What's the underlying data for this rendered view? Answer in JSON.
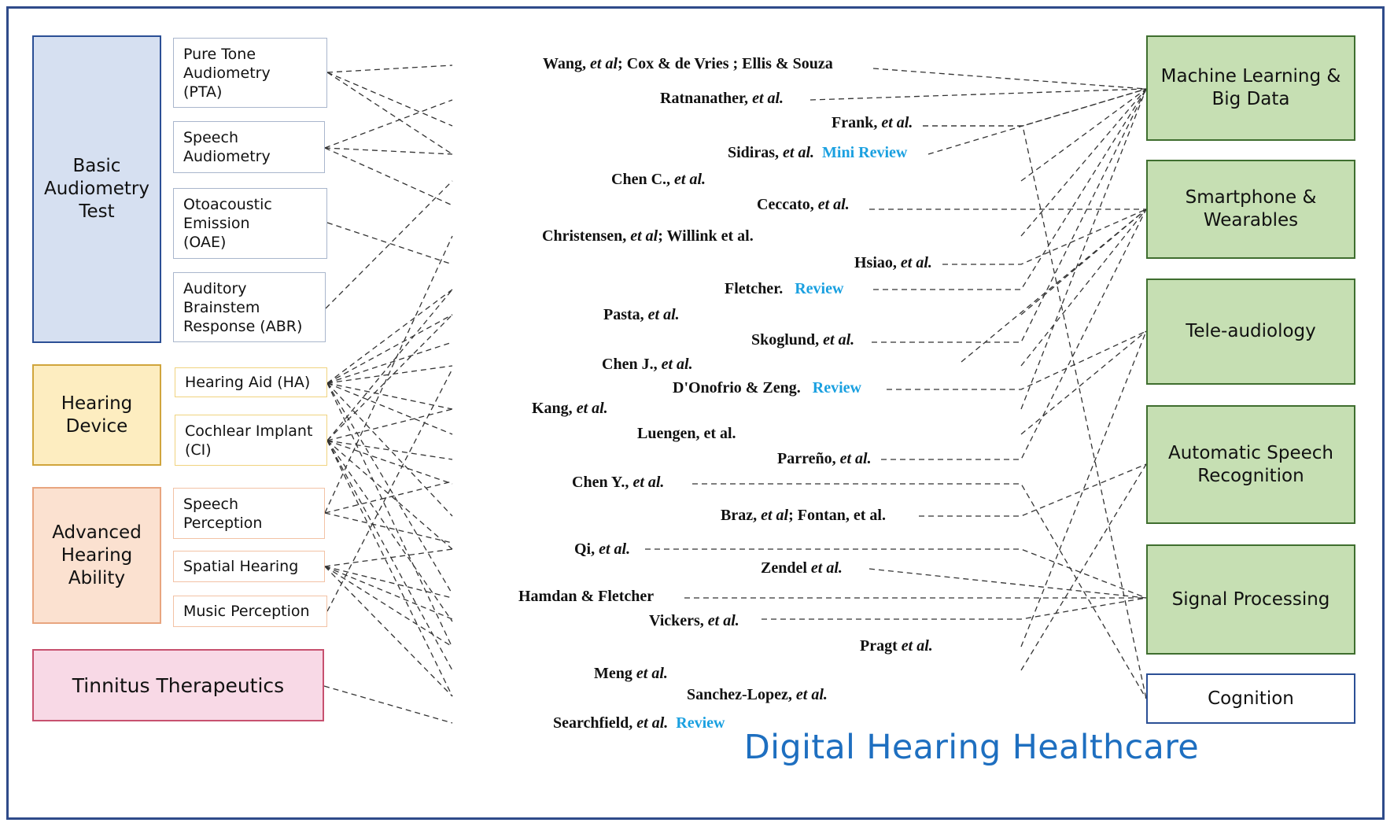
{
  "title": "Digital Hearing Healthcare",
  "colors": {
    "frame": "#2f4b8a",
    "review_text": "#1aa0e0",
    "title": "#1e6fc0",
    "target_fill": "#c6dfb3"
  },
  "categories": {
    "basic": "Basic\nAudiometry\nTest",
    "device": "Hearing\nDevice",
    "advanced": "Advanced\nHearing\nAbility",
    "tinnitus": "Tinnitus Therapeutics"
  },
  "subcategories": {
    "pta": "Pure Tone\nAudiometry\n(PTA)",
    "speech_audiometry": "Speech\nAudiometry",
    "oae": "Otoacoustic\nEmission\n (OAE)",
    "abr": "Auditory\nBrainstem\nResponse (ABR)",
    "ha": "Hearing Aid (HA)",
    "ci": "Cochlear Implant\n(CI)",
    "speech_perception": "Speech\nPerception",
    "spatial": "Spatial Hearing",
    "music": "Music Perception"
  },
  "targets": {
    "ml": "Machine Learning &\nBig Data",
    "smartphone": "Smartphone &\nWearables",
    "tele": "Tele-audiology",
    "asr": "Automatic Speech\nRecognition",
    "signal": "Signal Processing",
    "cognition": "Cognition"
  },
  "references": [
    {
      "author": "Wang, ",
      "etal": "et al",
      "rest": "; Cox & de Vries ; Ellis & Souza",
      "review": ""
    },
    {
      "author": "Ratnanather, ",
      "etal": "et al.",
      "rest": "",
      "review": ""
    },
    {
      "author": "Frank, ",
      "etal": "et al.",
      "rest": "",
      "review": ""
    },
    {
      "author": "Sidiras, ",
      "etal": "et al.",
      "rest": "",
      "review": "Mini Review"
    },
    {
      "author": "Chen C., ",
      "etal": "et al.",
      "rest": "",
      "review": ""
    },
    {
      "author": "Ceccato, ",
      "etal": "et al.",
      "rest": "",
      "review": ""
    },
    {
      "author": "Christensen, ",
      "etal": "et al",
      "rest": "; Willink et al.",
      "review": ""
    },
    {
      "author": "Hsiao, ",
      "etal": "et al.",
      "rest": "",
      "review": ""
    },
    {
      "author": "Fletcher. ",
      "etal": "",
      "rest": "",
      "review": "Review"
    },
    {
      "author": "Pasta, ",
      "etal": "et al.",
      "rest": "",
      "review": ""
    },
    {
      "author": "Skoglund, ",
      "etal": "et al.",
      "rest": "",
      "review": ""
    },
    {
      "author": "Chen J., ",
      "etal": "et al.",
      "rest": "",
      "review": ""
    },
    {
      "author": "D'Onofrio & Zeng. ",
      "etal": "",
      "rest": "",
      "review": "Review"
    },
    {
      "author": "Kang, ",
      "etal": "et al.",
      "rest": "",
      "review": ""
    },
    {
      "author": "Luengen, et al.",
      "etal": "",
      "rest": "",
      "review": ""
    },
    {
      "author": "Parreño, ",
      "etal": "et al.",
      "rest": "",
      "review": ""
    },
    {
      "author": "Chen Y., ",
      "etal": "et al.",
      "rest": "",
      "review": ""
    },
    {
      "author": "Braz, ",
      "etal": "et al",
      "rest": "; Fontan, et al.",
      "review": ""
    },
    {
      "author": "Qi, ",
      "etal": "et al.",
      "rest": "",
      "review": ""
    },
    {
      "author": "Zendel ",
      "etal": "et al.",
      "rest": "",
      "review": ""
    },
    {
      "author": "Hamdan & Fletcher",
      "etal": "",
      "rest": "",
      "review": ""
    },
    {
      "author": "Vickers, ",
      "etal": "et al.",
      "rest": "",
      "review": ""
    },
    {
      "author": "Pragt ",
      "etal": "et al.",
      "rest": "",
      "review": ""
    },
    {
      "author": "Meng ",
      "etal": "et al.",
      "rest": "",
      "review": ""
    },
    {
      "author": "Sanchez-Lopez, ",
      "etal": "et al.",
      "rest": "",
      "review": ""
    },
    {
      "author": "Searchfield, ",
      "etal": "et al.",
      "rest": "",
      "review": "Review"
    }
  ]
}
